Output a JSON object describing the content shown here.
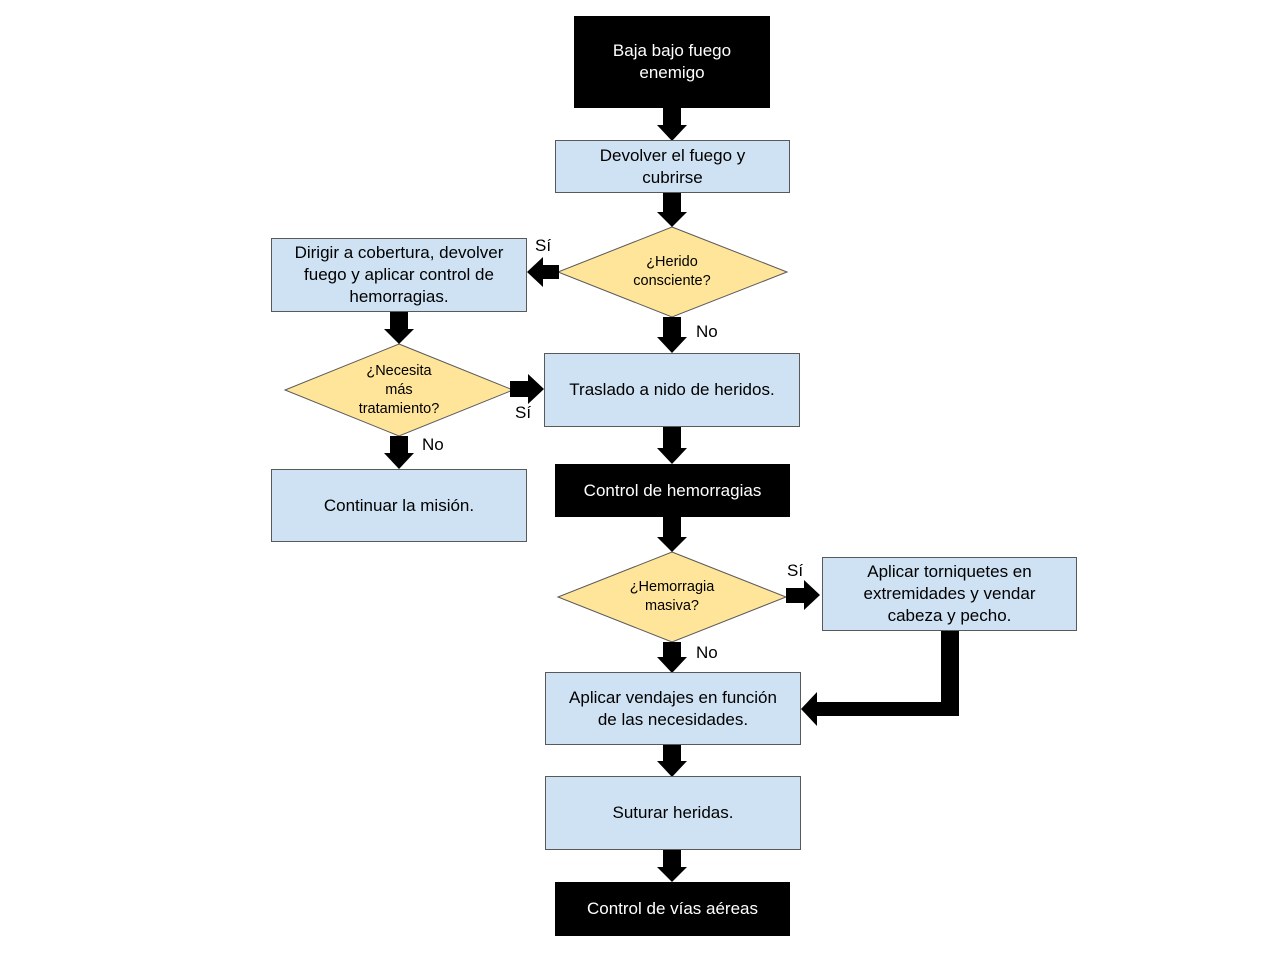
{
  "colors": {
    "process_fill": "#cfe2f3",
    "decision_fill": "#ffe599",
    "terminal_fill": "#000000",
    "arrow": "#000000"
  },
  "nodes": {
    "baja": "Baja bajo fuego\nenemigo",
    "devolver": "Devolver el fuego y\ncubrirse",
    "herido": "¿Herido\nconsciente?",
    "dirigir": "Dirigir a cobertura, devolver\nfuego y aplicar control de\nhemorragias.",
    "necesita": "¿Necesita\nmás\ntratamiento?",
    "traslado": "Traslado a nido de heridos.",
    "continuar": "Continuar la misión.",
    "control_hem": "Control de hemorragias",
    "hemorragia": "¿Hemorragia\nmasiva?",
    "torniquetes": "Aplicar torniquetes en\nextremidades y vendar\ncabeza y pecho.",
    "vendajes": "Aplicar vendajes en función\nde las necesidades.",
    "suturar": "Suturar heridas.",
    "vias": "Control de vías aéreas"
  },
  "edge_labels": {
    "herido_si": "Sí",
    "herido_no": "No",
    "necesita_si": "Sí",
    "necesita_no": "No",
    "hemorragia_si": "Sí",
    "hemorragia_no": "No"
  }
}
